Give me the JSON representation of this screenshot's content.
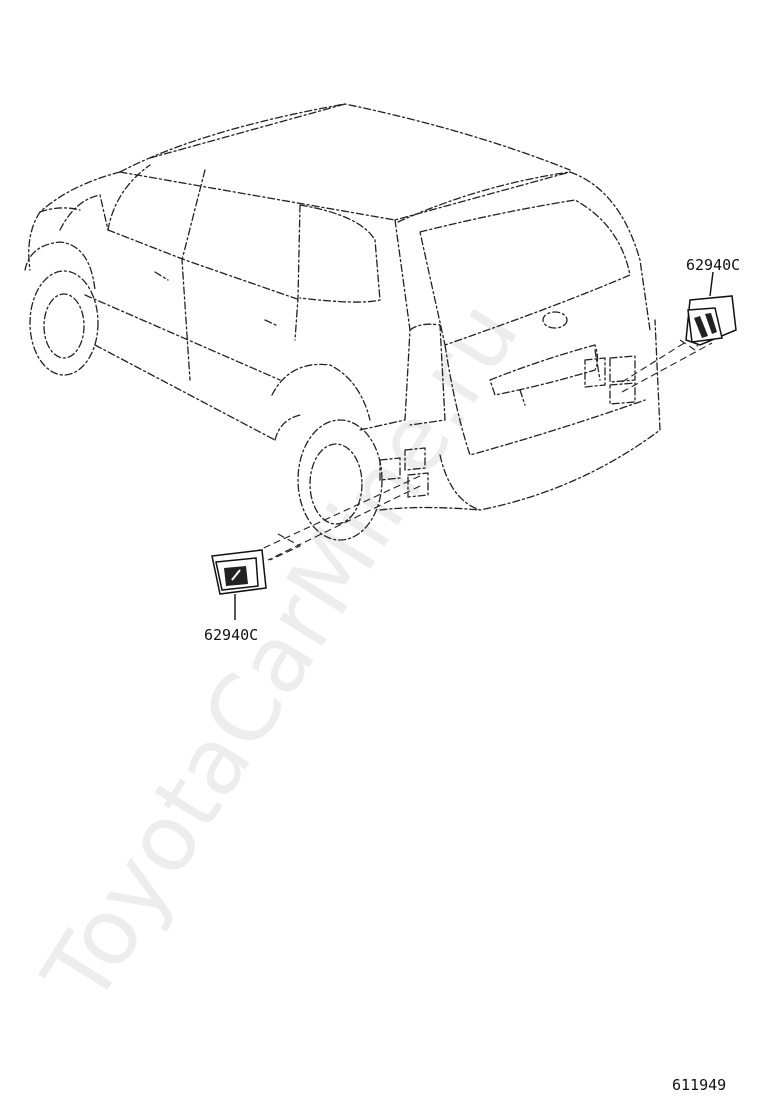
{
  "parts": {
    "upper_label": "62940C",
    "lower_label": "62940C"
  },
  "figure_number": "611949",
  "watermark": "ToyotaCarMine.ru"
}
